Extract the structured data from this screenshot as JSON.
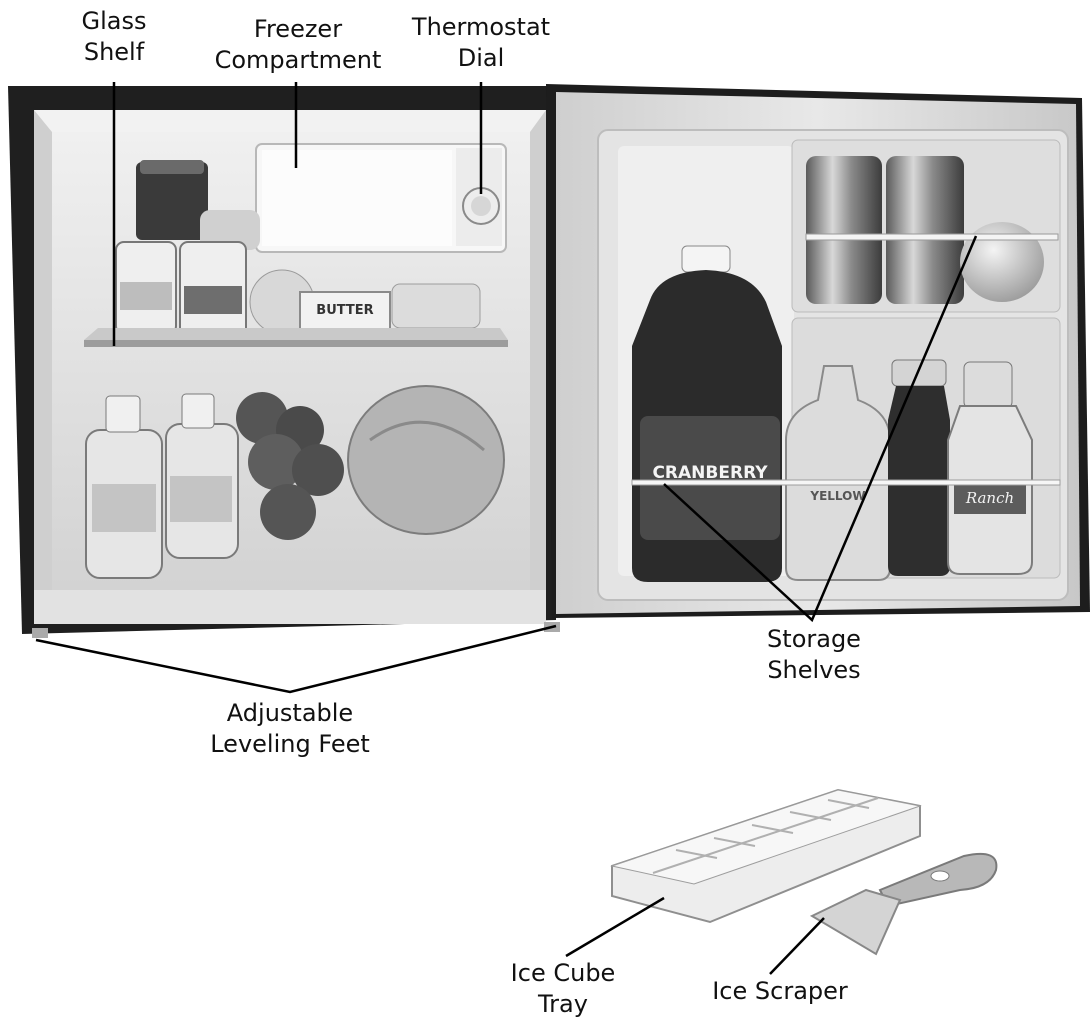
{
  "labels": {
    "glass_shelf": [
      "Glass",
      "Shelf"
    ],
    "freezer_compartment": [
      "Freezer",
      "Compartment"
    ],
    "thermostat_dial": [
      "Thermostat",
      "Dial"
    ],
    "storage_shelves": [
      "Storage",
      "Shelves"
    ],
    "adjustable_leveling_feet": [
      "Adjustable",
      "Leveling Feet"
    ],
    "ice_cube_tray": [
      "Ice Cube",
      "Tray"
    ],
    "ice_scraper": "Ice Scraper"
  },
  "product_text": {
    "butter": "BUTTER",
    "cranberry": "CRANBERRY",
    "mustard": "YELLOW",
    "ranch": "Ranch"
  },
  "colors": {
    "cabinet": "#1e1e1e",
    "interior": "#e4e4e4",
    "door": "#d9d9d9",
    "leader": "#000000"
  }
}
